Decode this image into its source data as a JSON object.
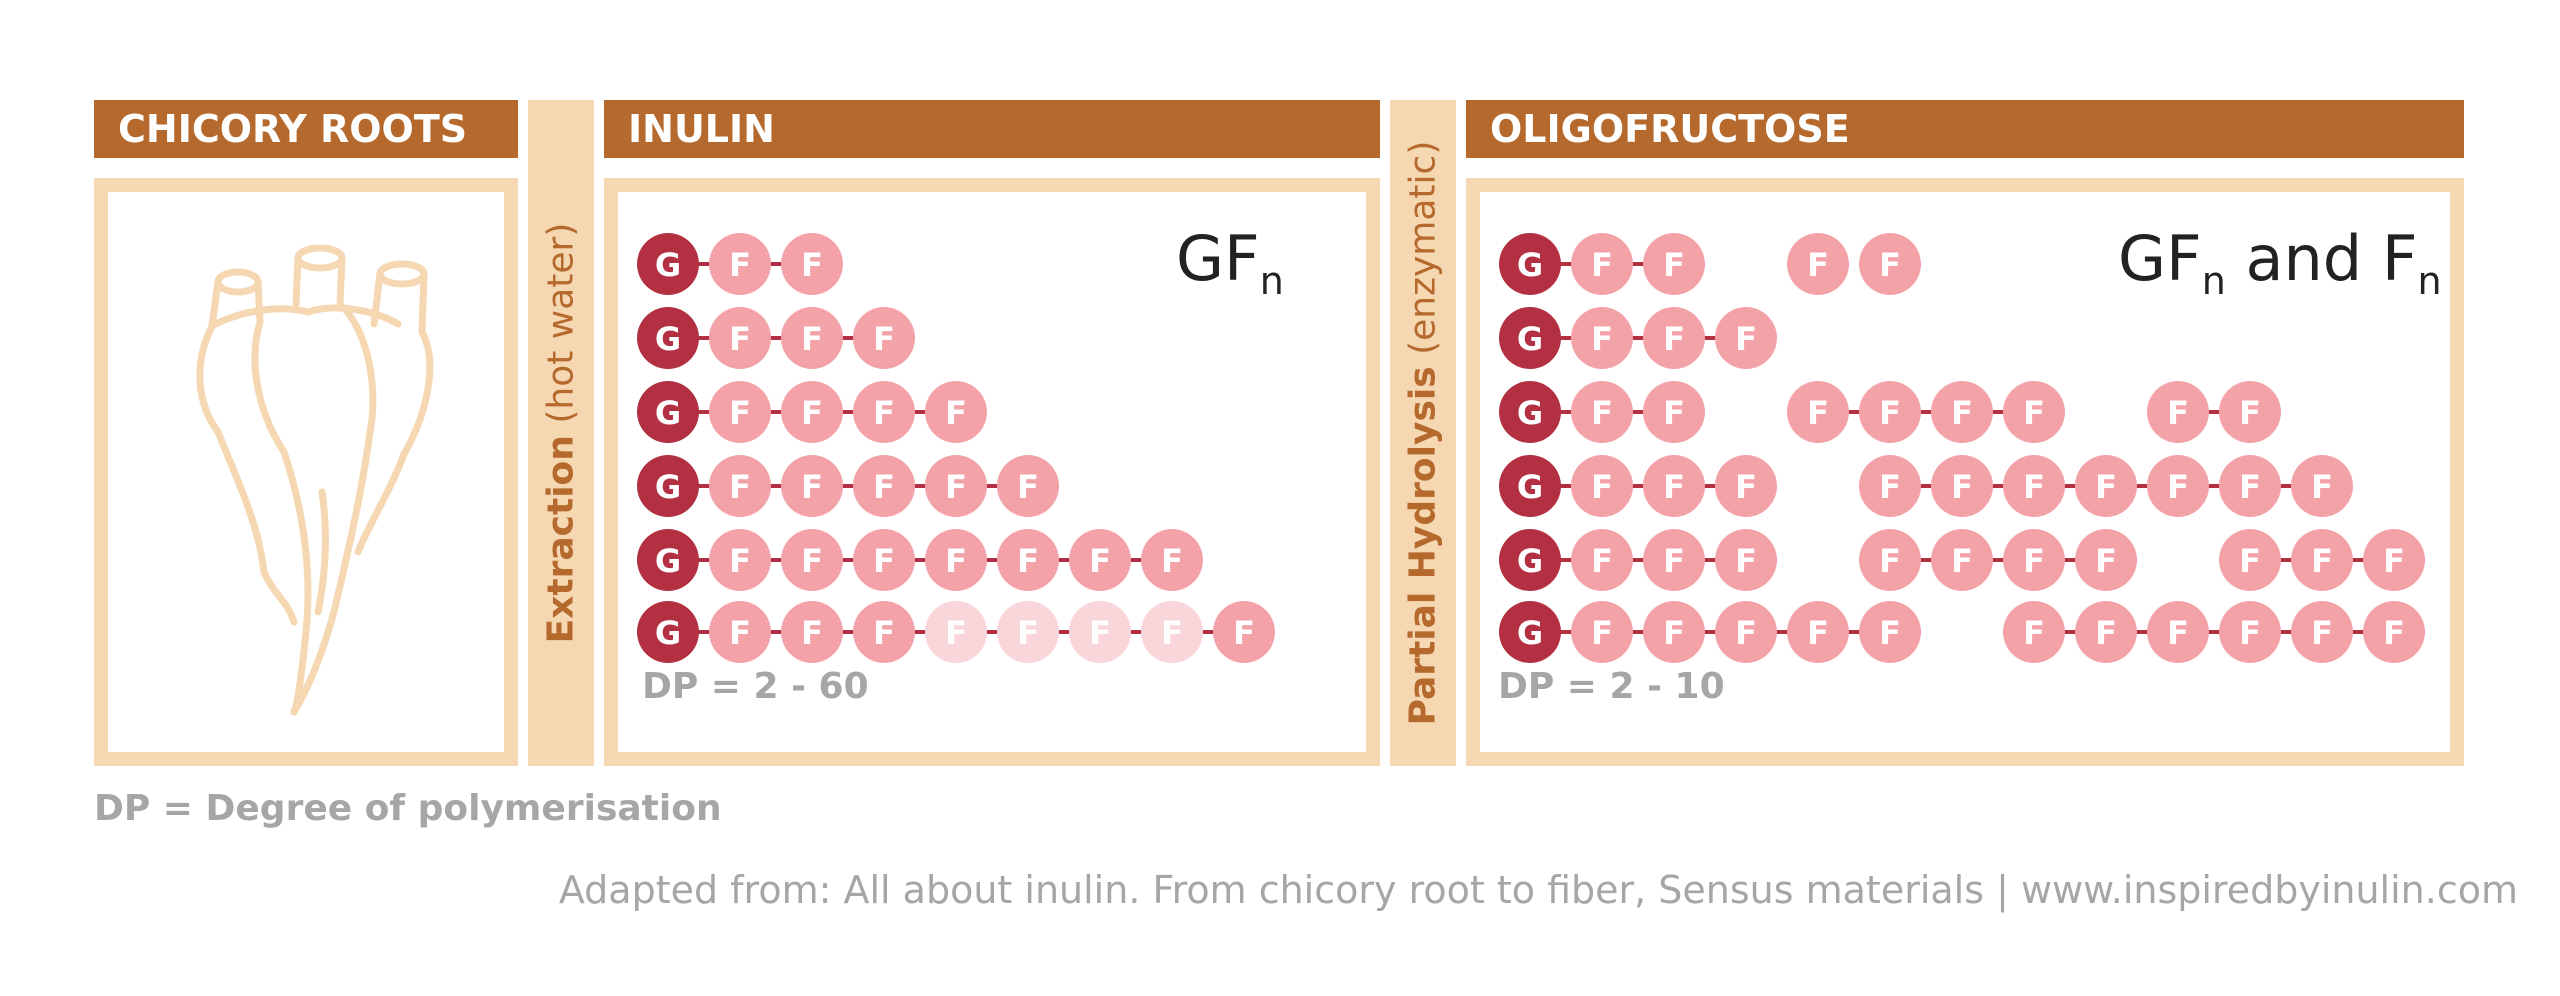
{
  "headers": {
    "chicory": "CHICORY ROOTS",
    "inulin": "INULIN",
    "oligo": "OLIGOFRUCTOSE"
  },
  "process": {
    "extraction_bold": "Extraction",
    "extraction_rest": " (hot water)",
    "hydrolysis_bold": "Partial Hydrolysis",
    "hydrolysis_rest": " (enzymatic)"
  },
  "inulin": {
    "formula_main": "GF",
    "formula_sub": "n",
    "dp_label": "DP = 2 - 60",
    "rows": [
      [
        [
          "G",
          "F",
          "F"
        ]
      ],
      [
        [
          "G",
          "F",
          "F",
          "F"
        ]
      ],
      [
        [
          "G",
          "F",
          "F",
          "F",
          "F"
        ]
      ],
      [
        [
          "G",
          "F",
          "F",
          "F",
          "F",
          "F"
        ]
      ],
      [
        [
          "G",
          "F",
          "F",
          "F",
          "F",
          "F",
          "F",
          "F"
        ]
      ],
      [
        [
          "G",
          "F",
          "F",
          "F",
          "f",
          "f",
          "f",
          "f",
          "F"
        ]
      ]
    ]
  },
  "oligo": {
    "formula_a": "GF",
    "formula_a_sub": "n",
    "formula_and": " and F",
    "formula_b_sub": "n",
    "dp_label": "DP = 2 - 10",
    "rows": [
      [
        [
          "G",
          "F",
          "F"
        ],
        [
          "F"
        ],
        [
          "F"
        ]
      ],
      [
        [
          "G",
          "F",
          "F",
          "F"
        ]
      ],
      [
        [
          "G",
          "F",
          "F"
        ],
        [
          "F",
          "F",
          "F",
          "F"
        ],
        [
          "F",
          "F"
        ]
      ],
      [
        [
          "G",
          "F",
          "F",
          "F"
        ],
        [
          "F",
          "F",
          "F",
          "F",
          "F",
          "F",
          "F"
        ]
      ],
      [
        [
          "G",
          "F",
          "F",
          "F"
        ],
        [
          "F",
          "F",
          "F",
          "F"
        ],
        [
          "F",
          "F",
          "F"
        ]
      ],
      [
        [
          "G",
          "F",
          "F",
          "F",
          "F",
          "F"
        ],
        [
          "F",
          "F",
          "F",
          "F",
          "F",
          "F"
        ]
      ]
    ]
  },
  "colors": {
    "glucose": "#b23042",
    "fructose": "#f3a3a8",
    "fructose_faded": "#f9d6d9",
    "link": "#b23042",
    "header": "#b5692c",
    "frame": "#f5d7b2"
  },
  "footnote": "DP = Degree of polymerisation",
  "credit": "Adapted from: All about inulin. From chicory root to fiber, Sensus materials | www.inspiredbyinulin.com"
}
